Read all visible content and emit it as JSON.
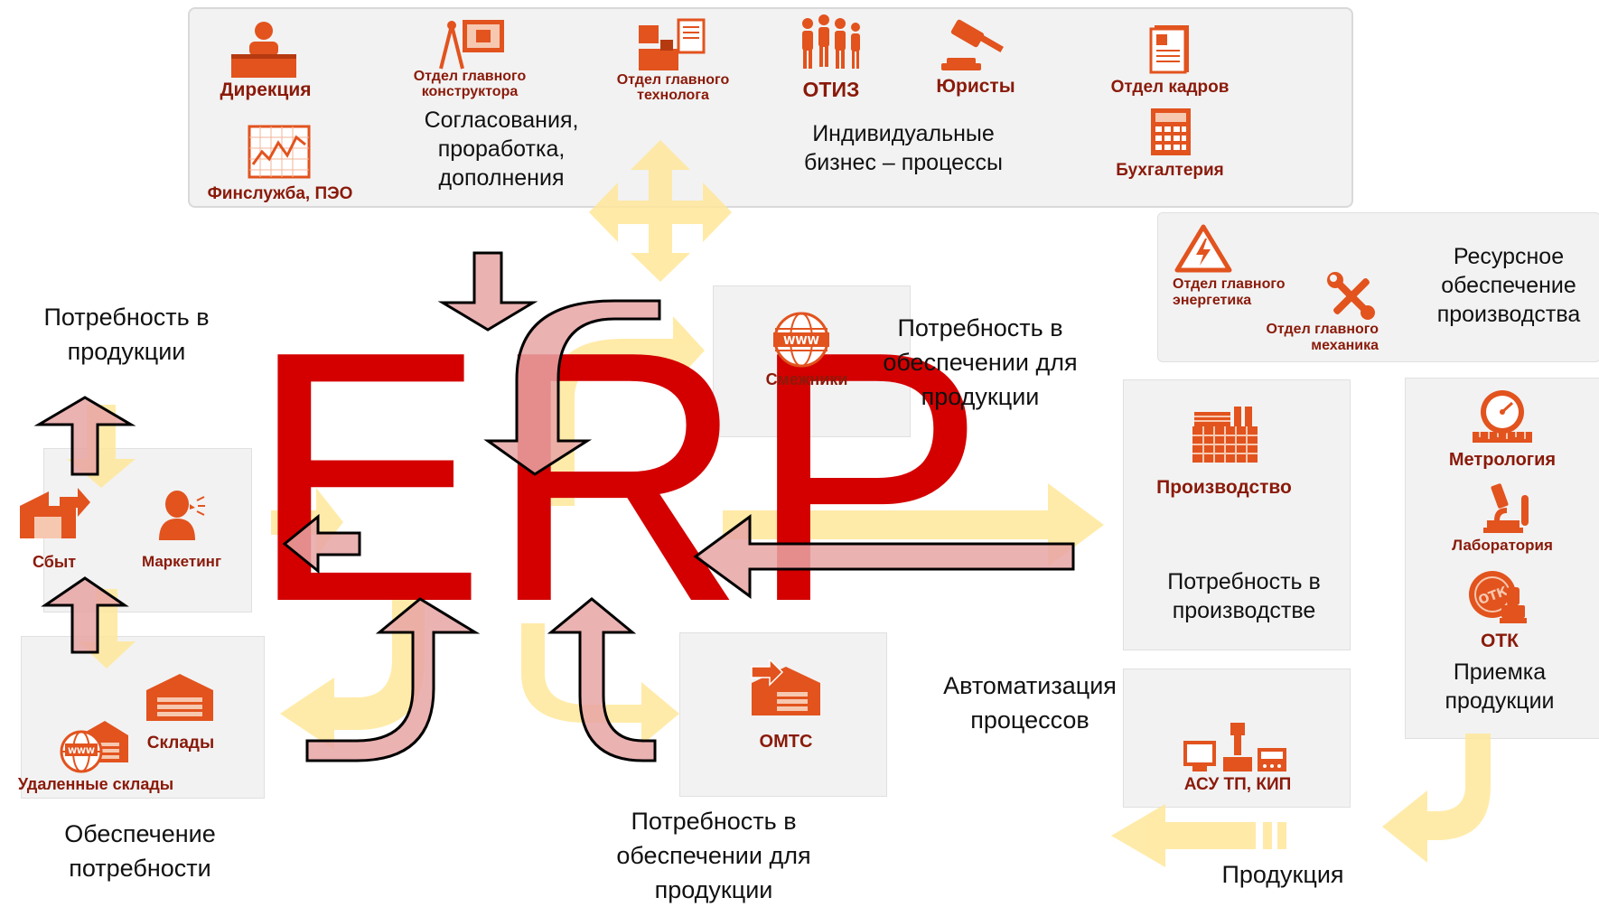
{
  "erp_text": "ERP",
  "colors": {
    "erp_red": "#d40000",
    "icon_orange": "#e2531e",
    "label_dark_red": "#8a1a0a",
    "yellow_arrow": "#ffe79a",
    "pink_arrow": "#e8a4a4",
    "box_bg": "#f2f2f2"
  },
  "top_panel": {
    "departments": [
      {
        "label": "Дирекция",
        "icon": "director-desk-icon"
      },
      {
        "label": "Отдел главного конструктора",
        "icon": "drafting-icon"
      },
      {
        "label": "Отдел главного технолога",
        "icon": "technologist-icon"
      },
      {
        "label": "ОТИЗ",
        "icon": "people-icon"
      },
      {
        "label": "Юристы",
        "icon": "gavel-icon"
      },
      {
        "label": "Отдел кадров",
        "icon": "document-icon"
      },
      {
        "label": "Финслужба, ПЭО",
        "icon": "chart-icon"
      },
      {
        "label": "Бухгалтерия",
        "icon": "calculator-icon"
      }
    ],
    "caption_left": "Согласования, проработка, дополнения",
    "caption_right": "Индивидуальные бизнес – процессы"
  },
  "resource_panel": {
    "energy_label": "Отдел главного энергетика",
    "mechanic_label": "Отдел главного механика",
    "caption": "Ресурсное обеспечение производства"
  },
  "left_panel": {
    "need_caption": "Потребность в продукции",
    "sales_label": "Сбыт",
    "marketing_label": "Маркетинг",
    "warehouses_label": "Склады",
    "remote_warehouses_label": "Удаленные склады",
    "supply_caption": "Обеспечение потребности"
  },
  "partners": {
    "label": "Смежники",
    "caption": "Потребность в обеспечении для продукции"
  },
  "omts": {
    "label": "ОМТС",
    "caption": "Потребность в обеспечении для продукции"
  },
  "production": {
    "label": "Производство",
    "caption": "Потребность в производстве"
  },
  "automation": {
    "label": "АСУ ТП, КИП",
    "caption": "Автоматизация процессов"
  },
  "quality": {
    "metrology_label": "Метрология",
    "laboratory_label": "Лаборатория",
    "otk_label": "ОТК",
    "otk_stamp_text": "ОТК",
    "caption": "Приемка продукции"
  },
  "product_caption": "Продукция"
}
